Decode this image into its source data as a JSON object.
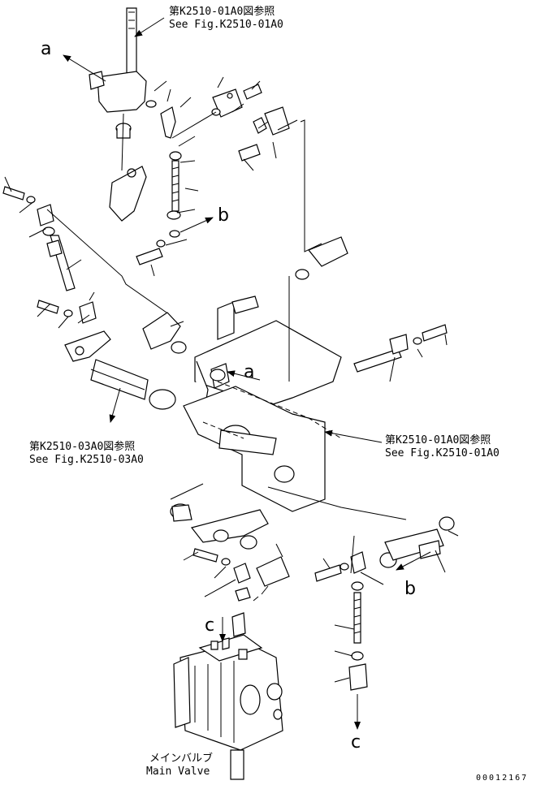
{
  "references": {
    "ref_top": {
      "jp": "第K2510-01A0図参照",
      "en": "See Fig.K2510-01A0"
    },
    "ref_left": {
      "jp": "第K2510-03A0図参照",
      "en": "See Fig.K2510-03A0"
    },
    "ref_right": {
      "jp": "第K2510-01A0図参照",
      "en": "See Fig.K2510-01A0"
    }
  },
  "main_valve": {
    "jp": "メインバルブ",
    "en": "Main Valve"
  },
  "callouts": {
    "a_top": "a",
    "a_mid": "a",
    "b_top": "b",
    "b_bottom": "b",
    "c_left": "c",
    "c_right": "c"
  },
  "drawing_number": "00012167"
}
